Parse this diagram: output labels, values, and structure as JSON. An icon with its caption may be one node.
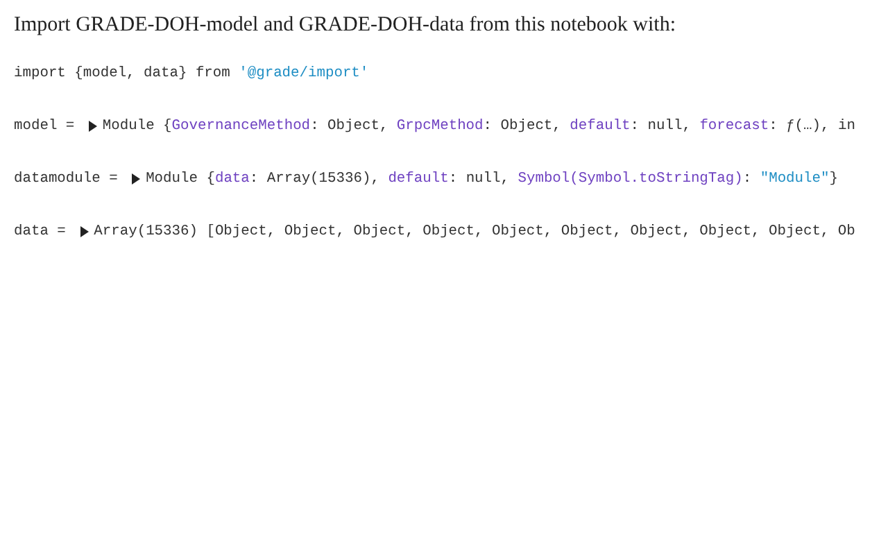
{
  "diagram": {
    "labels": [
      "Import GRADE-DOH-model and GRADE-DOH-data from this notebook with:",
      "import {model, data} from '@grade/import'",
      "model =",
      "Module {GovernanceMethod: Object, GrpcMethod: Object, default: null, forecast: ƒ(…), in",
      "datamodule =",
      "Module {data: Array(15336), default: null, Symbol(Symbol.toStringTag): \"Module\"}",
      "data =",
      "Array(15336) [Object, Object, Object, Object, Object, Object, Object, Object, Object, Ob"
    ]
  }
}
